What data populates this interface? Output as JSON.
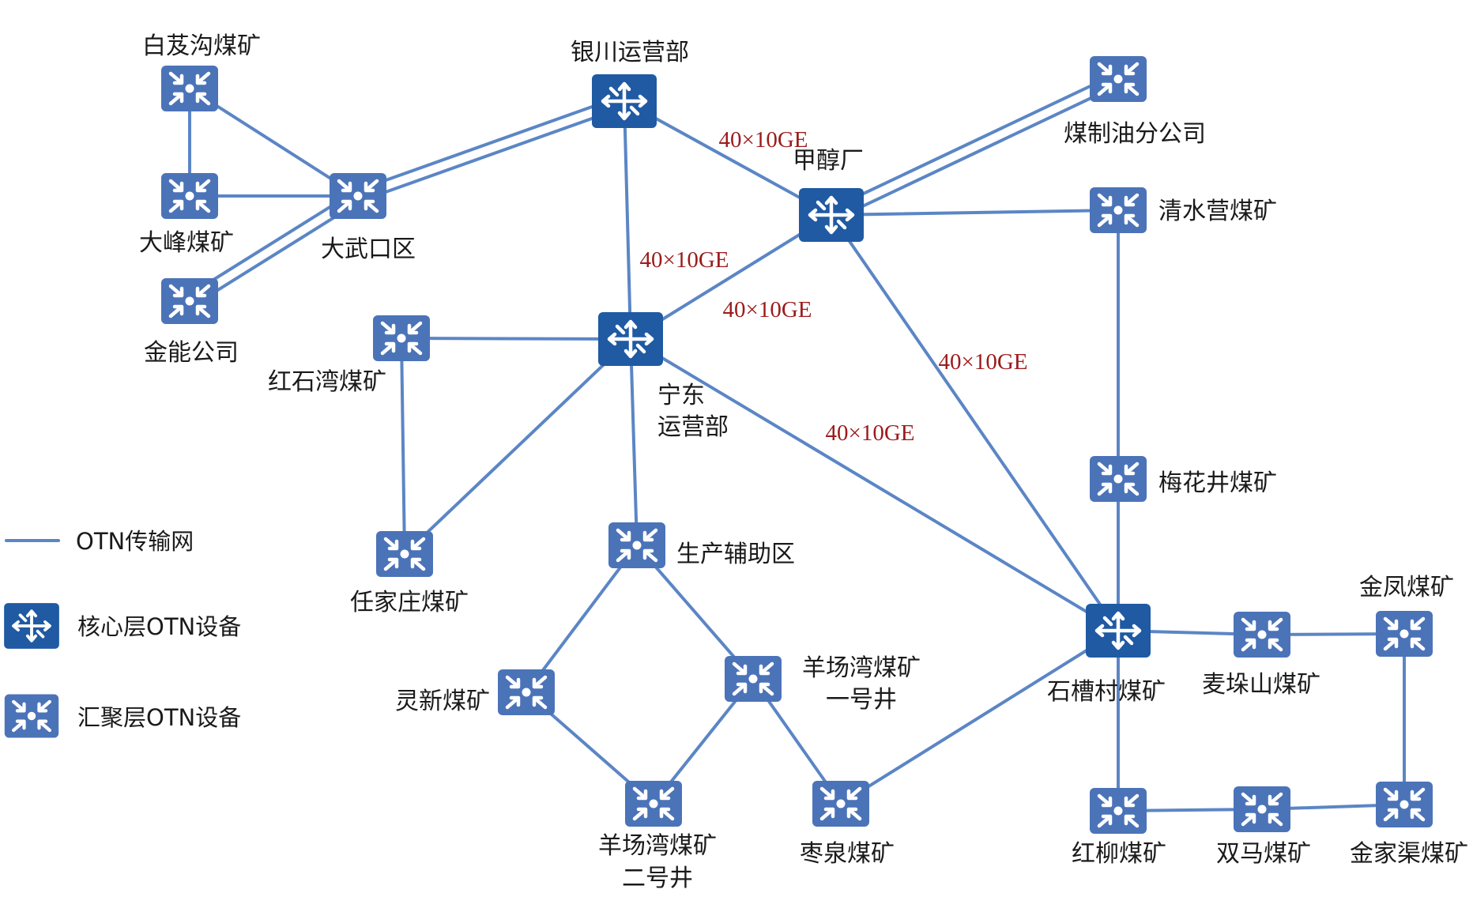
{
  "colors": {
    "link": "#5b86c5",
    "core": "#1f5aa3",
    "agg": "#4b73b8",
    "bandwidth_text": "#9b1b1b"
  },
  "legend": {
    "otn_network": "OTN传输网",
    "core_device": "核心层OTN设备",
    "agg_device": "汇聚层OTN设备"
  },
  "nodes": {
    "baijigou": {
      "type": "agg",
      "label": [
        "白芨沟煤矿"
      ]
    },
    "dafeng": {
      "type": "agg",
      "label": [
        "大峰煤矿"
      ]
    },
    "jinneng": {
      "type": "agg",
      "label": [
        "金能公司"
      ]
    },
    "dawukou": {
      "type": "agg",
      "label": [
        "大武口区"
      ]
    },
    "yinchuan": {
      "type": "core",
      "label": [
        "银川运营部"
      ]
    },
    "coal_oil": {
      "type": "agg",
      "label": [
        "煤制油分公司"
      ]
    },
    "methanol": {
      "type": "core",
      "label": [
        "甲醇厂"
      ]
    },
    "qingshuiying": {
      "type": "agg",
      "label": [
        "清水营煤矿"
      ]
    },
    "hongshiwan": {
      "type": "agg",
      "label": [
        "红石湾煤矿"
      ]
    },
    "ningdong": {
      "type": "core",
      "label": [
        "宁东",
        "运营部"
      ]
    },
    "renjiazhuang": {
      "type": "agg",
      "label": [
        "任家庄煤矿"
      ]
    },
    "production": {
      "type": "agg",
      "label": [
        "生产辅助区"
      ]
    },
    "meihuajing": {
      "type": "agg",
      "label": [
        "梅花井煤矿"
      ]
    },
    "lingxin": {
      "type": "agg",
      "label": [
        "灵新煤矿"
      ]
    },
    "yangchang1": {
      "type": "agg",
      "label": [
        "羊场湾煤矿",
        "一号井"
      ]
    },
    "yangchang2": {
      "type": "agg",
      "label": [
        "羊场湾煤矿",
        "二号井"
      ]
    },
    "zaoquan": {
      "type": "agg",
      "label": [
        "枣泉煤矿"
      ]
    },
    "shicaocun": {
      "type": "core",
      "label": [
        "石槽村煤矿"
      ]
    },
    "maiduoshan": {
      "type": "agg",
      "label": [
        "麦垛山煤矿"
      ]
    },
    "jinfeng": {
      "type": "agg",
      "label": [
        "金凤煤矿"
      ]
    },
    "hongliu": {
      "type": "agg",
      "label": [
        "红柳煤矿"
      ]
    },
    "shuangma": {
      "type": "agg",
      "label": [
        "双马煤矿"
      ]
    },
    "jinjiaqu": {
      "type": "agg",
      "label": [
        "金家渠煤矿"
      ]
    }
  },
  "bandwidth_labels": {
    "yinchuan_methanol": "40×10GE",
    "yinchuan_ningdong": "40×10GE",
    "methanol_ningdong": "40×10GE",
    "methanol_shicaocun": "40×10GE",
    "ningdong_shicaocun": "40×10GE"
  },
  "links": [
    [
      "baijigou",
      "dafeng"
    ],
    [
      "baijigou",
      "dawukou"
    ],
    [
      "dafeng",
      "dawukou"
    ],
    [
      "jinneng",
      "dawukou",
      2
    ],
    [
      "dawukou",
      "yinchuan",
      2
    ],
    [
      "yinchuan",
      "methanol"
    ],
    [
      "yinchuan",
      "ningdong"
    ],
    [
      "methanol",
      "coal_oil",
      2
    ],
    [
      "methanol",
      "qingshuiying"
    ],
    [
      "methanol",
      "ningdong"
    ],
    [
      "methanol",
      "shicaocun"
    ],
    [
      "qingshuiying",
      "meihuajing"
    ],
    [
      "meihuajing",
      "shicaocun"
    ],
    [
      "hongshiwan",
      "ningdong"
    ],
    [
      "hongshiwan",
      "renjiazhuang"
    ],
    [
      "renjiazhuang",
      "ningdong"
    ],
    [
      "ningdong",
      "production"
    ],
    [
      "ningdong",
      "shicaocun"
    ],
    [
      "production",
      "lingxin"
    ],
    [
      "production",
      "yangchang1"
    ],
    [
      "lingxin",
      "yangchang2"
    ],
    [
      "yangchang1",
      "yangchang2"
    ],
    [
      "yangchang1",
      "zaoquan"
    ],
    [
      "zaoquan",
      "shicaocun"
    ],
    [
      "shicaocun",
      "maiduoshan"
    ],
    [
      "maiduoshan",
      "jinfeng"
    ],
    [
      "jinfeng",
      "jinjiaqu"
    ],
    [
      "shicaocun",
      "hongliu"
    ],
    [
      "hongliu",
      "shuangma"
    ],
    [
      "shuangma",
      "jinjiaqu"
    ]
  ]
}
